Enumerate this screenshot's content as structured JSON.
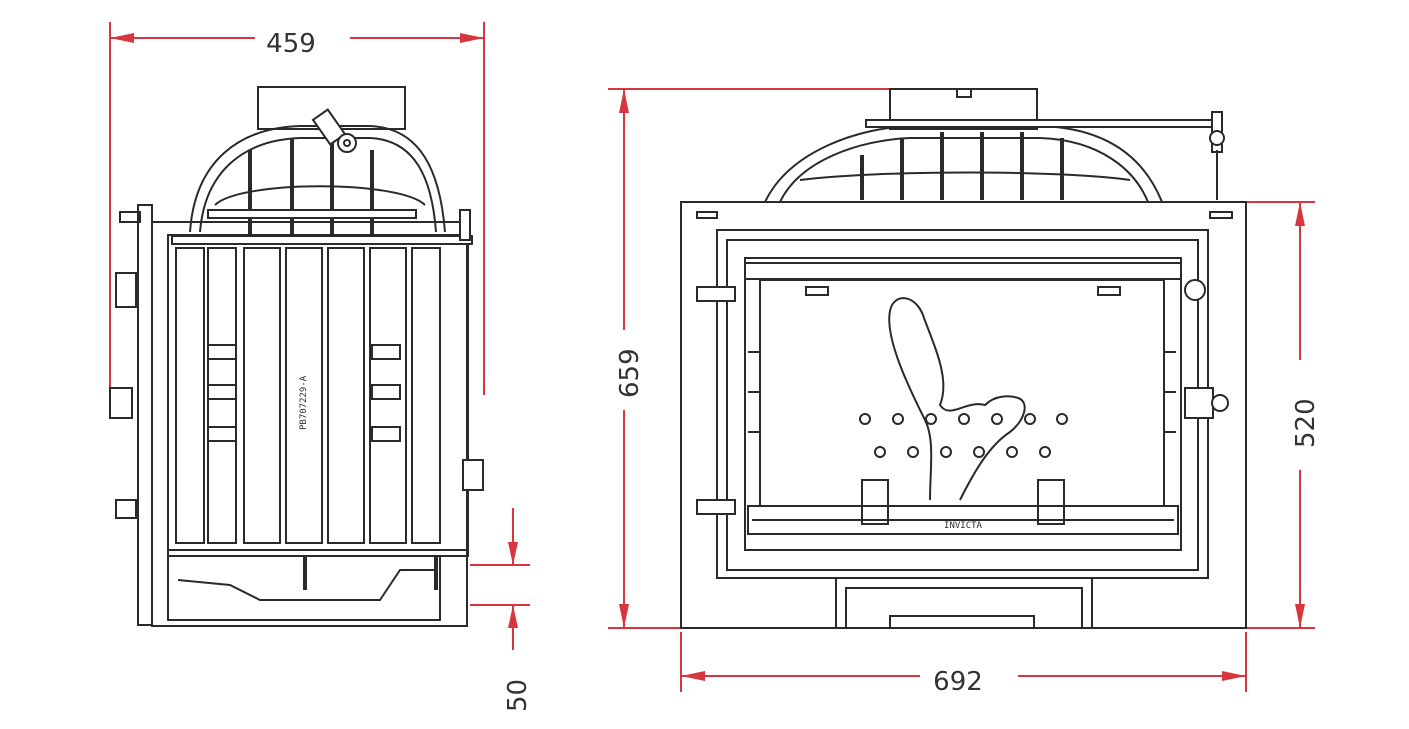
{
  "drawing": {
    "side_view": {
      "width_dim": "459",
      "bottom_offset_dim": "50",
      "part_marking": "PB707229-A"
    },
    "front_view": {
      "height_dim": "659",
      "door_height_dim": "520",
      "width_dim": "692",
      "brand_marking": "INVICTA"
    },
    "colors": {
      "dimension_line": "#d8363f",
      "outline": "#2a2a2a",
      "background": "#ffffff"
    }
  }
}
